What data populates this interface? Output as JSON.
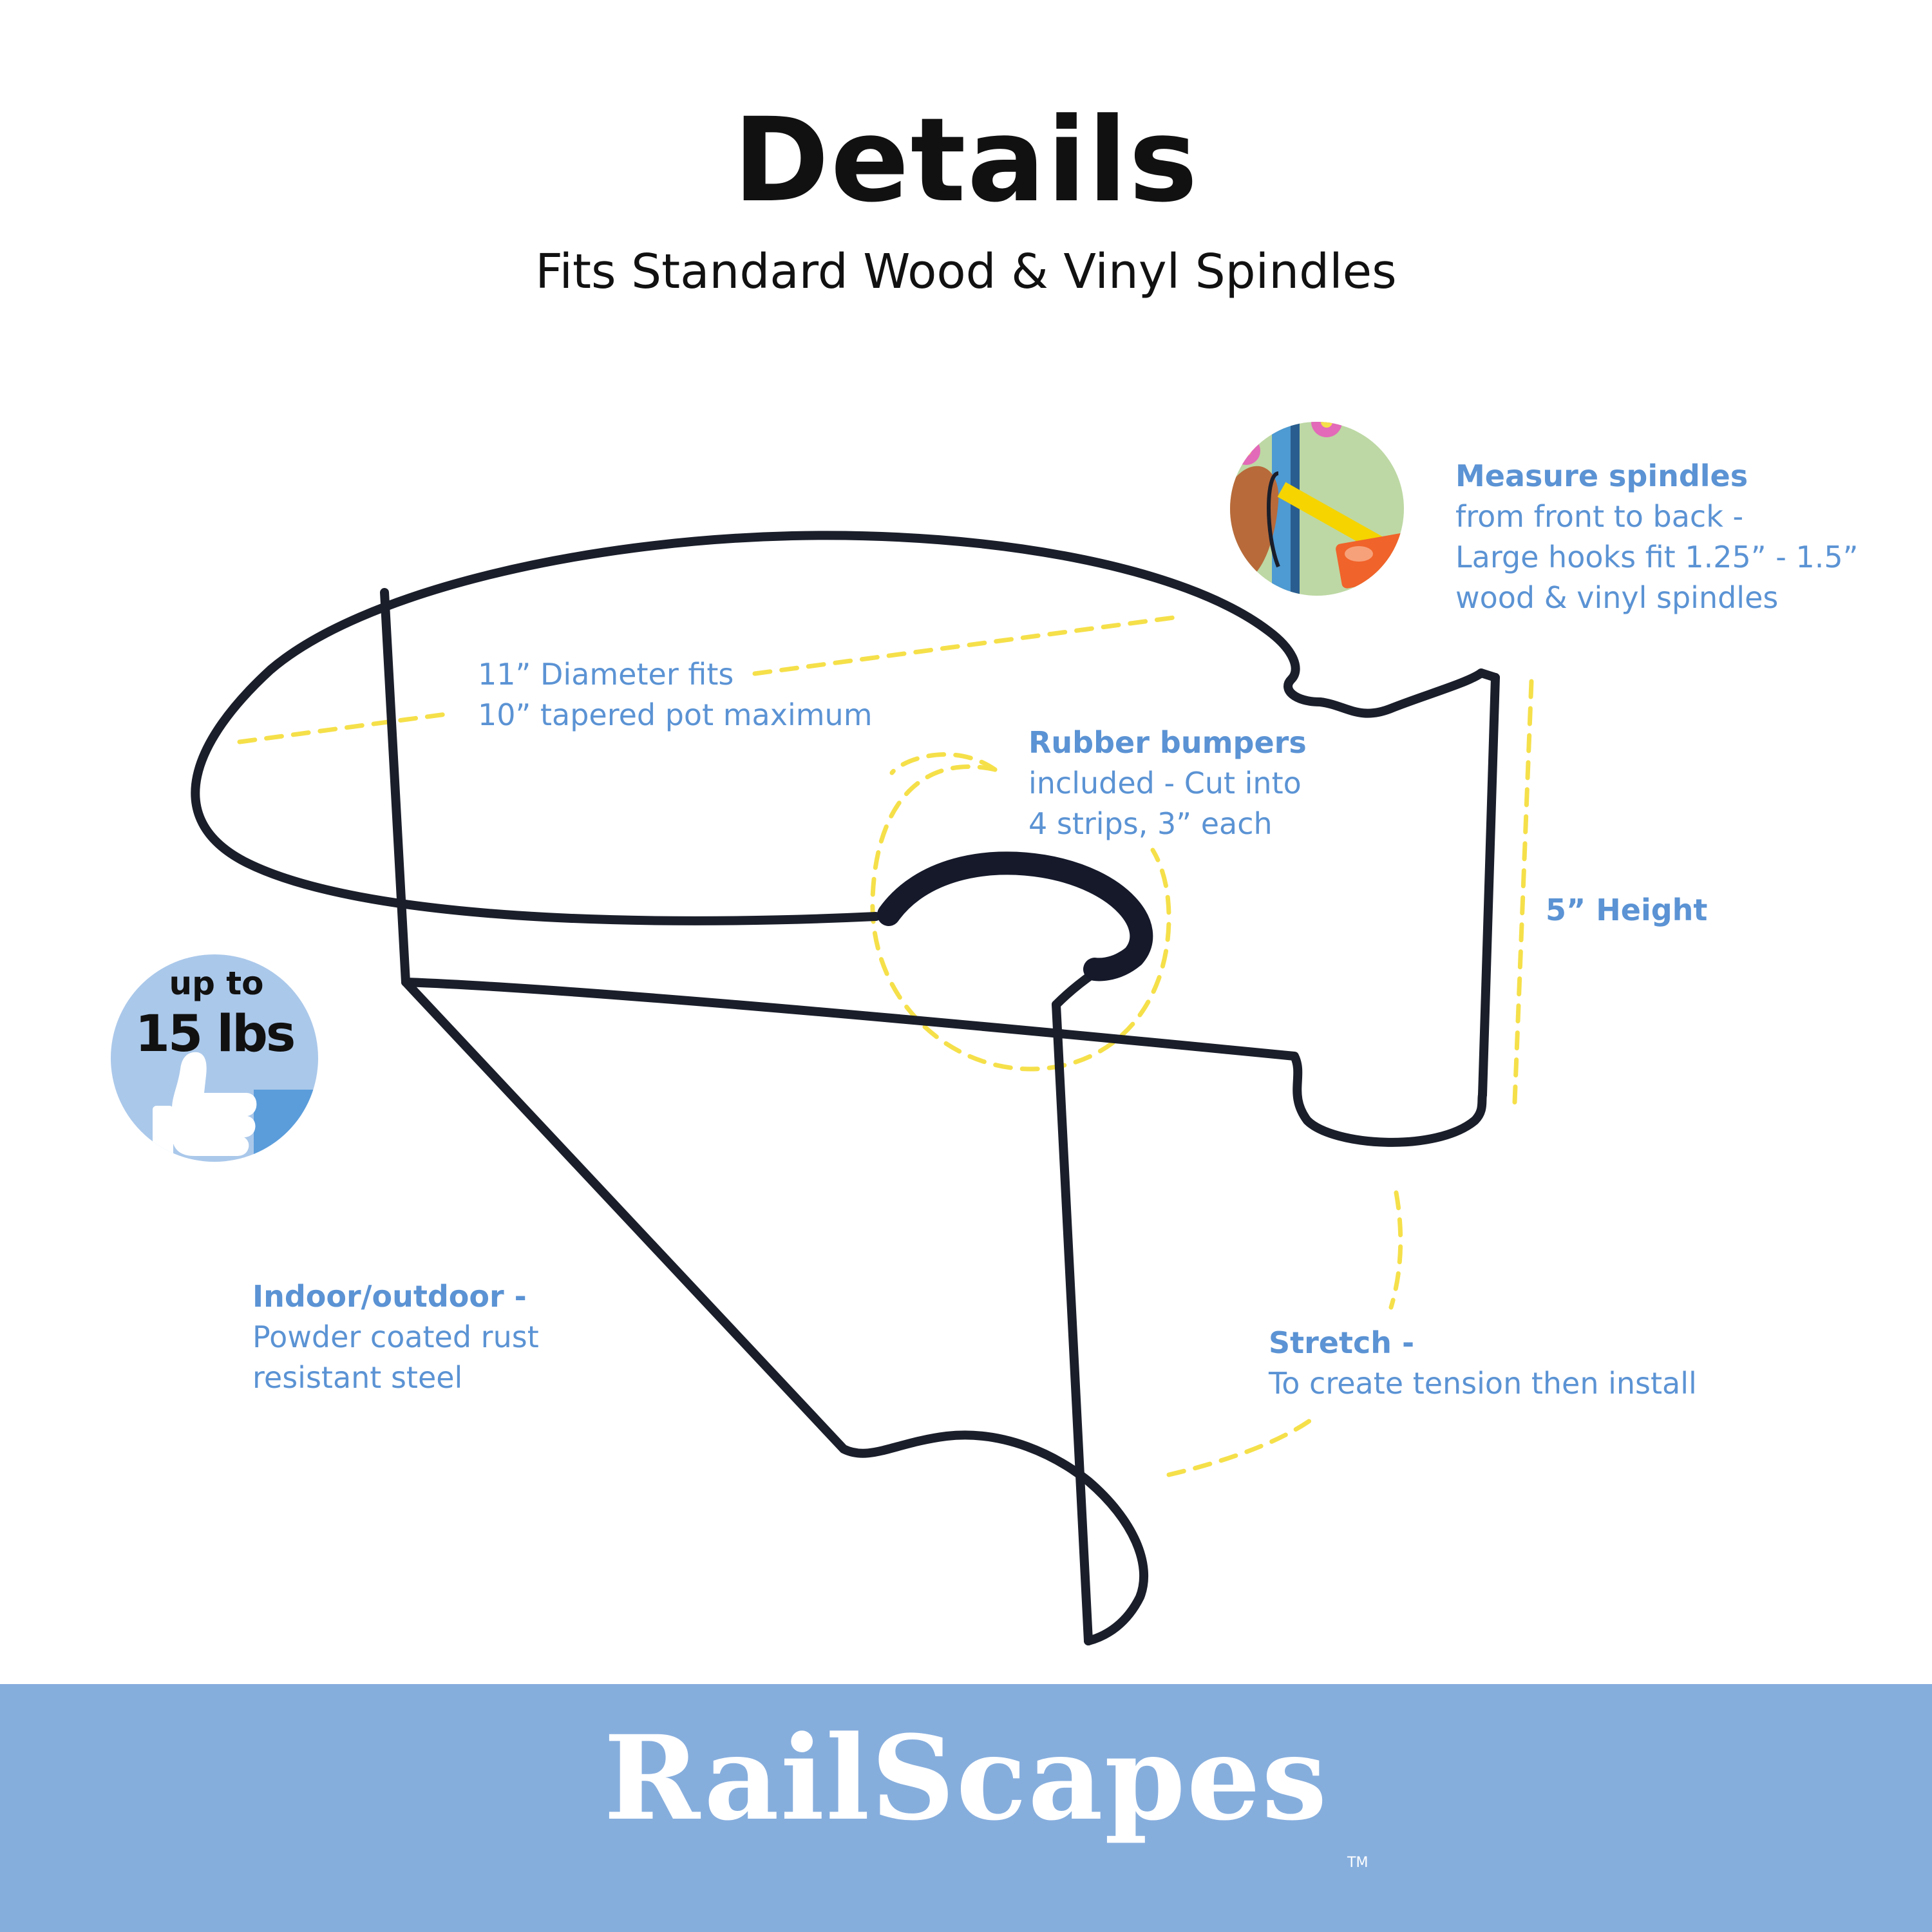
{
  "heading": {
    "title": "Details",
    "subtitle": "Fits Standard Wood & Vinyl Spindles"
  },
  "callouts": {
    "measure": {
      "title": "Measure spindles",
      "lines": [
        "from front to back -",
        "Large hooks fit 1.25” - 1.5”",
        "wood & vinyl spindles"
      ]
    },
    "diameter": {
      "lines": [
        "11” Diameter fits",
        "10” tapered pot maximum"
      ]
    },
    "bumpers": {
      "title": "Rubber bumpers",
      "lines": [
        "included - Cut into",
        "4 strips, 3” each"
      ]
    },
    "height": {
      "title": "5” Height"
    },
    "indoor": {
      "title": "Indoor/outdoor -",
      "lines": [
        "Powder coated rust",
        "resistant steel"
      ]
    },
    "stretch": {
      "title": "Stretch -",
      "lines": [
        "To create tension then install"
      ]
    }
  },
  "badge": {
    "top": "up to",
    "big": "15 lbs",
    "icon": "thumbs-up-icon"
  },
  "footer": {
    "brand": "RailScapes",
    "tm": "TM"
  },
  "colors": {
    "accent_text": "#5b93d4",
    "dash_line": "#f5e04a",
    "footer_bg": "#86aedd",
    "badge_bg": "#aac8ea",
    "wire": "#1a1e2a"
  }
}
